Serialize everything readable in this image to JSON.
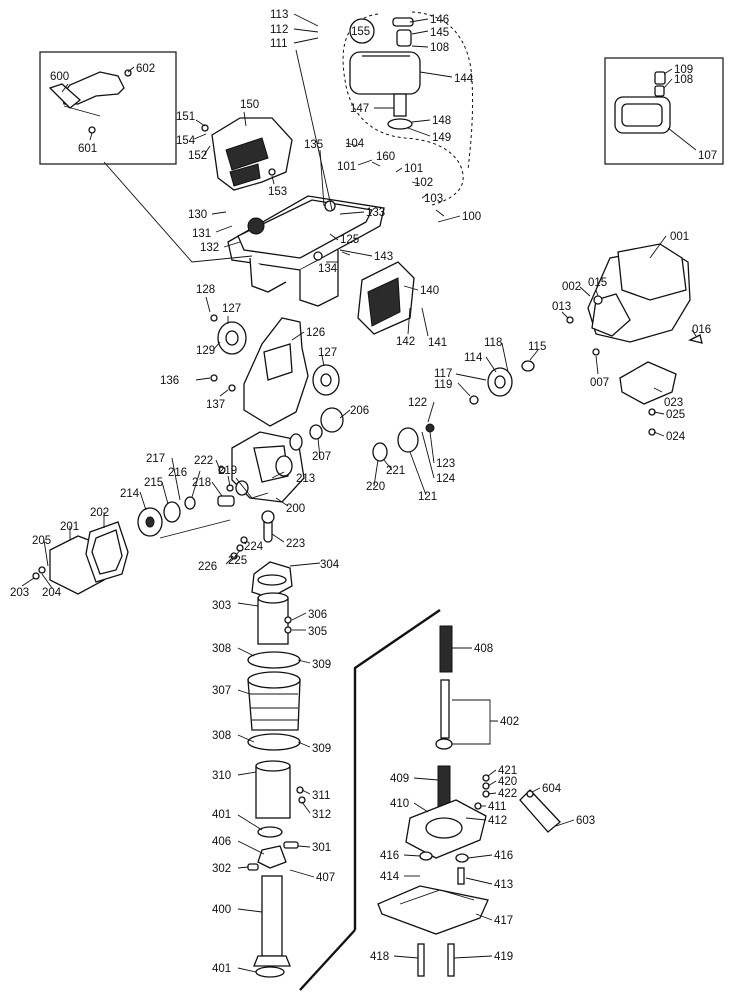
{
  "labels": {
    "p113": "113",
    "p112": "112",
    "p111": "111",
    "p146": "146",
    "p155": "155",
    "p145": "145",
    "p108a": "108",
    "p144": "144",
    "p147": "147",
    "p148": "148",
    "p149": "149",
    "p109": "109",
    "p108b": "108",
    "p107": "107",
    "p600": "600",
    "p602": "602",
    "p601": "601",
    "p150": "150",
    "p151": "151",
    "p154": "154",
    "p152": "152",
    "p153": "153",
    "p135": "135",
    "p104": "104",
    "p160": "160",
    "p101a": "101",
    "p101b": "101",
    "p102": "102",
    "p103": "103",
    "p100": "100",
    "p130": "130",
    "p131": "131",
    "p132": "132",
    "p133": "133",
    "p125": "125",
    "p143": "143",
    "p134": "134",
    "p140": "140",
    "p142": "142",
    "p141": "141",
    "p001": "001",
    "p002": "002",
    "p015": "015",
    "p013": "013",
    "p016": "016",
    "p007": "007",
    "p023": "023",
    "p025": "025",
    "p024": "024",
    "p128": "128",
    "p127a": "127",
    "p129": "129",
    "p126": "126",
    "p127b": "127",
    "p136": "136",
    "p137": "137",
    "p118": "118",
    "p115": "115",
    "p114": "114",
    "p117": "117",
    "p119": "119",
    "p122": "122",
    "p123": "123",
    "p124": "124",
    "p121": "121",
    "p206": "206",
    "p207": "207",
    "p221": "221",
    "p220": "220",
    "p217": "217",
    "p216": "216",
    "p222": "222",
    "p219": "219",
    "p218": "218",
    "p215": "215",
    "p214": "214",
    "p213": "213",
    "p200": "200",
    "p201": "201",
    "p202": "202",
    "p205": "205",
    "p203": "203",
    "p204": "204",
    "p223": "223",
    "p224": "224",
    "p225": "225",
    "p226": "226",
    "p304": "304",
    "p303": "303",
    "p306": "306",
    "p305": "305",
    "p308a": "308",
    "p309a": "309",
    "p307": "307",
    "p308b": "308",
    "p309b": "309",
    "p310": "310",
    "p311": "311",
    "p312": "312",
    "p401a": "401",
    "p406": "406",
    "p301": "301",
    "p302": "302",
    "p407": "407",
    "p400": "400",
    "p401b": "401",
    "p408": "408",
    "p402": "402",
    "p409": "409",
    "p421": "421",
    "p420": "420",
    "p422": "422",
    "p604": "604",
    "p410": "410",
    "p411": "411",
    "p412": "412",
    "p603": "603",
    "p416a": "416",
    "p416b": "416",
    "p414": "414",
    "p413": "413",
    "p417": "417",
    "p418": "418",
    "p419": "419"
  }
}
